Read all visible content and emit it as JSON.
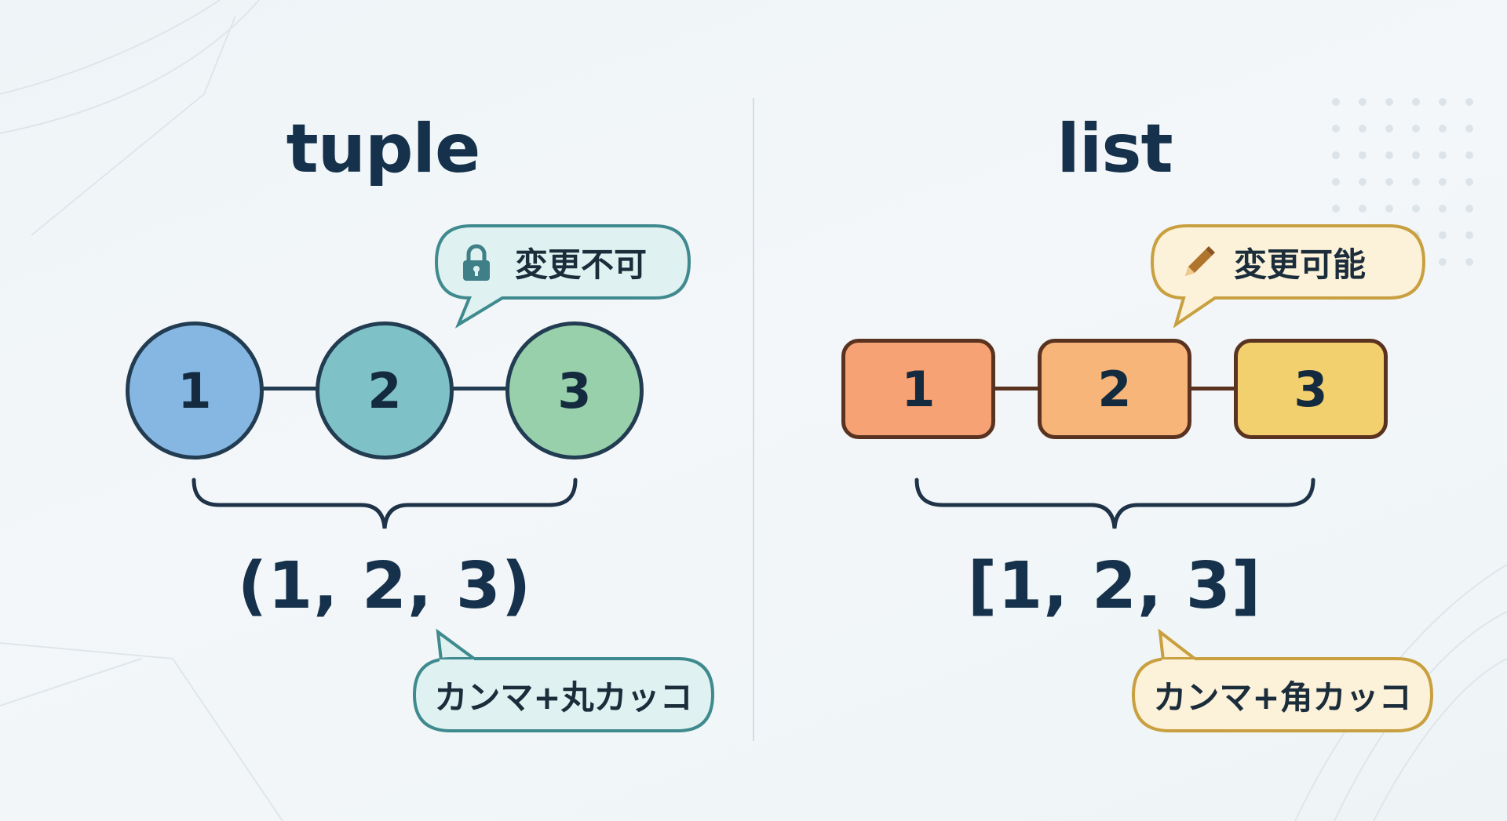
{
  "tuple": {
    "title": "tuple",
    "elements": [
      "1",
      "2",
      "3"
    ],
    "element_colors": [
      "#86b7e2",
      "#7ec2c8",
      "#98d0ab"
    ],
    "mutability_label": "変更不可",
    "mutability_icon": "lock-icon",
    "literal": "(1, 2, 3)",
    "syntax_note": "カンマ+丸カッコ",
    "bubble_fill": "#dff1f1",
    "bubble_stroke": "#3f8a8e"
  },
  "list": {
    "title": "list",
    "elements": [
      "1",
      "2",
      "3"
    ],
    "element_colors": [
      "#f7a274",
      "#f7b57a",
      "#f2d06e"
    ],
    "mutability_label": "変更可能",
    "mutability_icon": "pencil-icon",
    "literal": "[1, 2, 3]",
    "syntax_note": "カンマ+角カッコ",
    "bubble_fill": "#fcf1d9",
    "bubble_stroke": "#c9a03f"
  }
}
